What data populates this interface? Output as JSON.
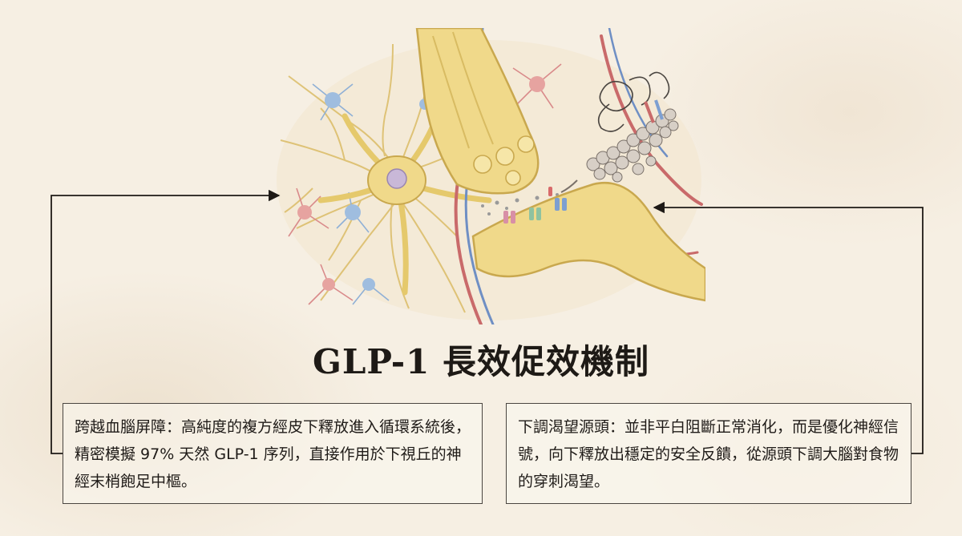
{
  "title": "GLP-1 長效促效機制",
  "left_box": {
    "text": "跨越血腦屏障：高純度的複方經皮下釋放進入循環系統後，精密模擬 97% 天然 GLP-1 序列，直接作用於下視丘的神經末梢飽足中樞。"
  },
  "right_box": {
    "text": "下調渴望源頭：並非平白阻斷正常消化，而是優化神經信號，向下釋放出穩定的安全反饋，從源頭下調大腦對食物的穿刺渴望。"
  },
  "colors": {
    "background": "#f6efe3",
    "neuron_yellow": "#f0d98a",
    "vessel_red": "#c96a6a",
    "vessel_blue": "#6f8fc4",
    "text": "#1e1a16",
    "border": "#4a4540"
  }
}
